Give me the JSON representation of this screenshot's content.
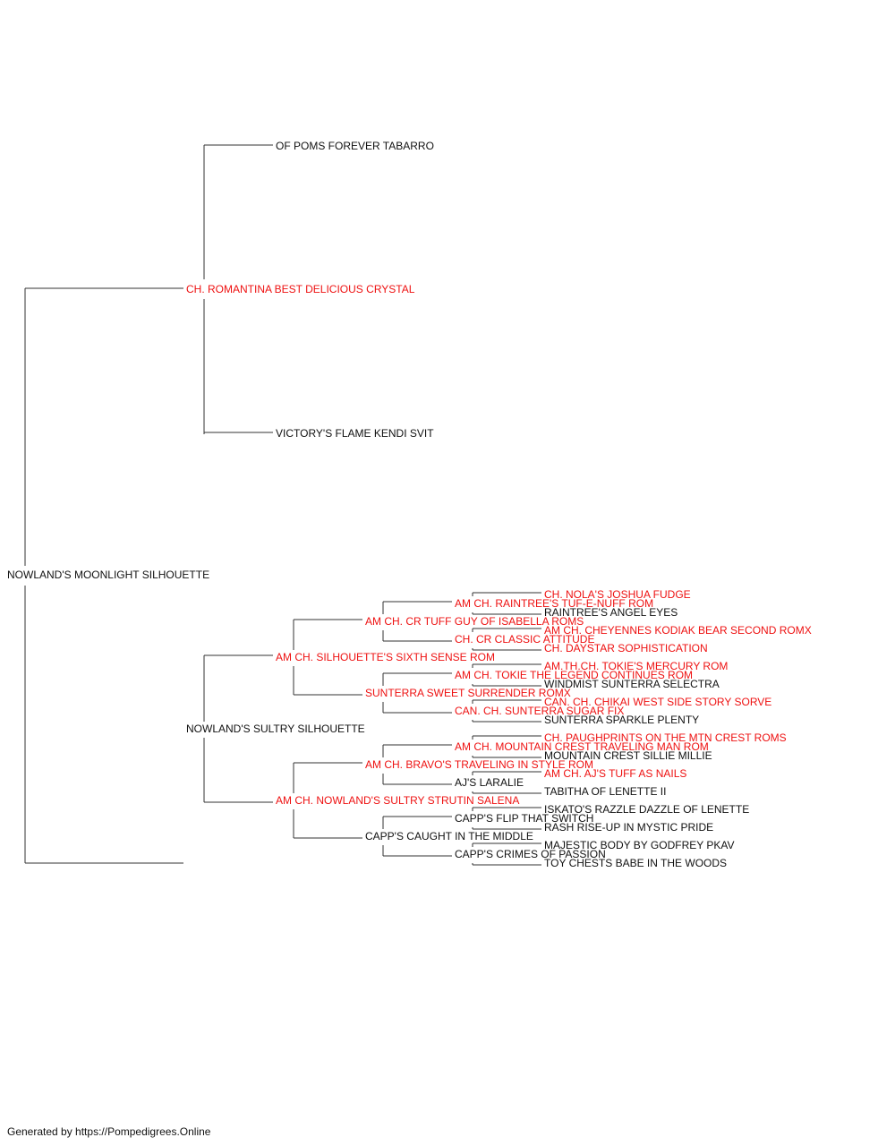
{
  "colors": {
    "champion": "#ee1111",
    "regular": "#111111",
    "line": "#333333"
  },
  "pedigree": {
    "subject": {
      "name": "NOWLAND'S MOONLIGHT SILHOUETTE",
      "champion": false
    },
    "sire": {
      "name": "CH. ROMANTINA BEST DELICIOUS CRYSTAL",
      "champion": true,
      "sire": {
        "name": "OF POMS FOREVER TABARRO",
        "champion": false
      },
      "dam": {
        "name": "VICTORY'S FLAME KENDI SVIT",
        "champion": false
      }
    },
    "dam": {
      "name": "NOWLAND'S SULTRY SILHOUETTE",
      "champion": false,
      "sire": {
        "name": "AM CH. SILHOUETTE'S SIXTH SENSE ROM",
        "champion": true,
        "sire": {
          "name": "AM CH. CR TUFF GUY OF ISABELLA ROMS",
          "champion": true,
          "sire": {
            "name": "AM CH. RAINTREE'S TUF-E-NUFF ROM",
            "champion": true,
            "sire": {
              "name": "CH. NOLA'S JOSHUA FUDGE",
              "champion": true
            },
            "dam": {
              "name": "RAINTREE'S ANGEL EYES",
              "champion": false
            }
          },
          "dam": {
            "name": "CH. CR CLASSIC ATTITUDE",
            "champion": true,
            "sire": {
              "name": "AM CH. CHEYENNES KODIAK BEAR SECOND ROMX",
              "champion": true
            },
            "dam": {
              "name": "CH. DAYSTAR SOPHISTICATION",
              "champion": true
            }
          }
        },
        "dam": {
          "name": "SUNTERRA SWEET SURRENDER ROMX",
          "champion": true,
          "sire": {
            "name": "AM CH. TOKIE THE LEGEND CONTINUES ROM",
            "champion": true,
            "sire": {
              "name": "AM.TH.CH. TOKIE'S MERCURY ROM",
              "champion": true
            },
            "dam": {
              "name": "WINDMIST SUNTERRA SELECTRA",
              "champion": false
            }
          },
          "dam": {
            "name": "CAN. CH. SUNTERRA SUGAR FIX",
            "champion": true,
            "sire": {
              "name": "CAN. CH. CHIKAI WEST SIDE STORY SORVE",
              "champion": true
            },
            "dam": {
              "name": "SUNTERRA SPARKLE PLENTY",
              "champion": false
            }
          }
        }
      },
      "dam": {
        "name": "AM CH. NOWLAND'S SULTRY STRUTIN SALENA",
        "champion": true,
        "sire": {
          "name": "AM CH. BRAVO'S TRAVELING IN STYLE ROM",
          "champion": true,
          "sire": {
            "name": "AM CH. MOUNTAIN CREST TRAVELING MAN ROM",
            "champion": true,
            "sire": {
              "name": "CH. PAUGHPRINTS ON THE MTN CREST ROMS",
              "champion": true
            },
            "dam": {
              "name": "MOUNTAIN CREST SILLIE MILLIE",
              "champion": false
            }
          },
          "dam": {
            "name": "AJ'S LARALIE",
            "champion": false,
            "sire": {
              "name": "AM CH. AJ'S TUFF AS NAILS",
              "champion": true
            },
            "dam": {
              "name": "TABITHA OF LENETTE II",
              "champion": false
            }
          }
        },
        "dam": {
          "name": "CAPP'S CAUGHT IN THE MIDDLE",
          "champion": false,
          "sire": {
            "name": "CAPP'S FLIP THAT SWITCH",
            "champion": false,
            "sire": {
              "name": "ISKATO'S RAZZLE DAZZLE OF LENETTE",
              "champion": false
            },
            "dam": {
              "name": "RASH RISE-UP IN MYSTIC PRIDE",
              "champion": false
            }
          },
          "dam": {
            "name": "CAPP'S CRIMES OF PASSION",
            "champion": false,
            "sire": {
              "name": "MAJESTIC BODY BY GODFREY PKAV",
              "champion": false
            },
            "dam": {
              "name": "TOY CHESTS BABE IN THE WOODS",
              "champion": false
            }
          }
        }
      }
    }
  },
  "footer": {
    "text": "Generated by https://Pompedigrees.Online"
  }
}
